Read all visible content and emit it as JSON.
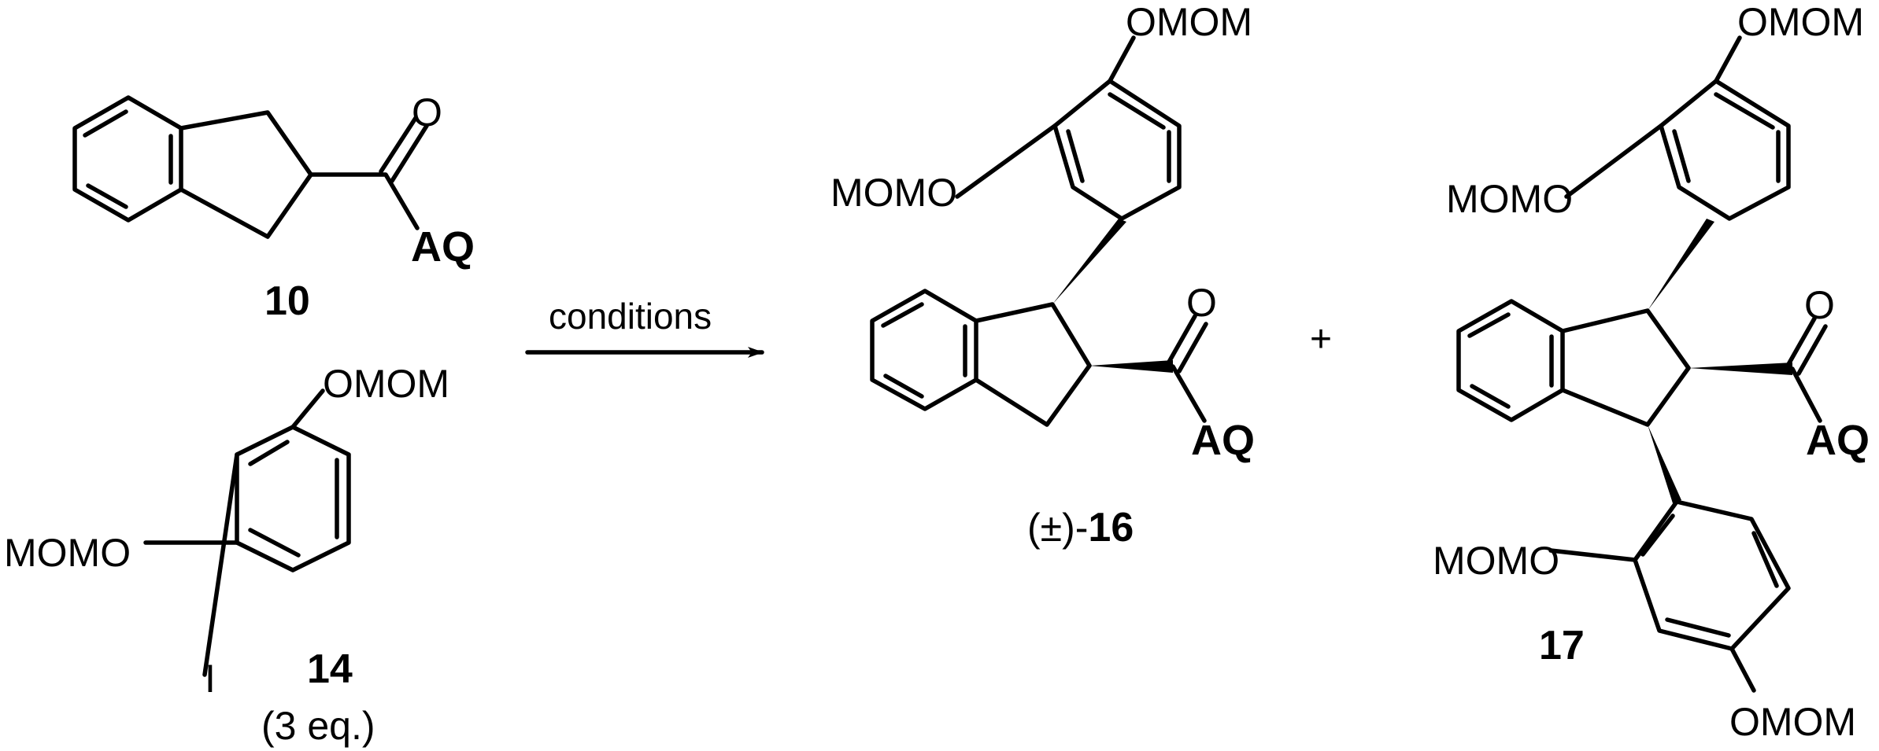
{
  "reaction": {
    "conditions_label": "conditions",
    "plus_sign": "+"
  },
  "compound_10": {
    "number": "10",
    "carbonyl_O": "O",
    "amide_group": "AQ"
  },
  "compound_14": {
    "number": "14",
    "equivalents": "(3 eq.)",
    "top_substituent": "OMOM",
    "side_substituent": "MOMO",
    "halogen": "I"
  },
  "compound_16": {
    "prefix": "(±)-",
    "number": "16",
    "top_substituent": "OMOM",
    "side_substituent": "MOMO",
    "carbonyl_O": "O",
    "amide_group": "AQ"
  },
  "compound_17": {
    "number": "17",
    "top_substituent": "OMOM",
    "upper_side_substituent": "MOMO",
    "lower_side_substituent": "MOMO",
    "bottom_substituent": "OMOM",
    "carbonyl_O": "O",
    "amide_group": "AQ"
  }
}
